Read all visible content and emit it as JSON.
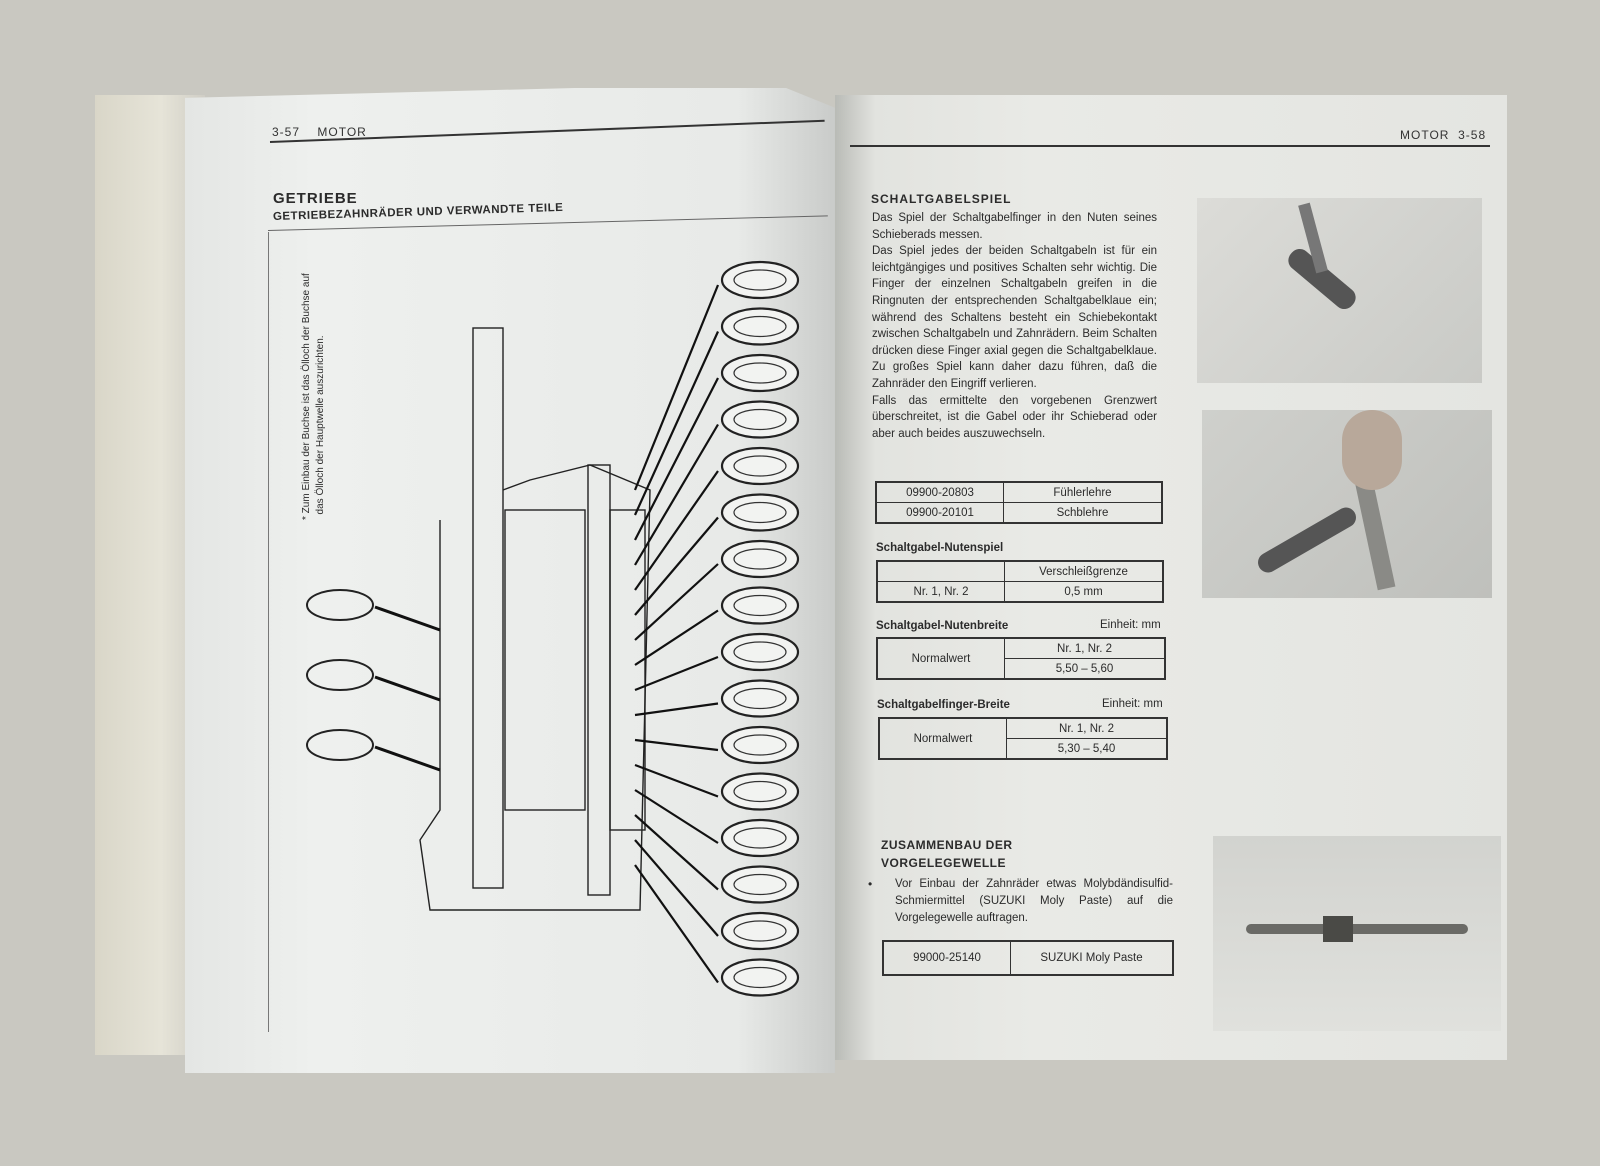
{
  "left_page": {
    "page_number": "3-57",
    "section": "MOTOR",
    "title": "GETRIEBE",
    "subtitle": "GETRIEBEZAHNRÄDER UND VERWANDTE TEILE",
    "note_line1": "Zum Einbau der Buchse ist das Ölloch der Buchse auf",
    "note_line2": "das Ölloch der Hauptwelle auszurichten."
  },
  "right_page": {
    "page_number": "3-58",
    "section": "MOTOR",
    "heading": "SCHALTGABELSPIEL",
    "paragraph1": "Das Spiel der Schaltgabelfinger in den Nuten seines Schieberads messen.",
    "paragraph2": "Das Spiel jedes der beiden Schaltgabeln ist für ein leichtgängiges und positives Schalten sehr wichtig. Die Finger der einzelnen Schaltgabeln greifen in die Ringnuten der entsprechenden Schaltgabelklaue ein; während des Schaltens besteht ein Schiebekontakt zwischen Schaltgabeln und Zahnrädern.  Beim Schalten drücken diese Finger axial gegen die Schaltgabelklaue.  Zu großes Spiel kann daher dazu führen, daß die Zahnräder den Eingriff verlieren.",
    "paragraph3": "Falls das ermittelte den vorgebenen Grenzwert überschreitet, ist die Gabel oder ihr Schieberad oder aber auch beides auszuwechseln.",
    "tools": [
      [
        "09900-20803",
        "Fühlerlehre"
      ],
      [
        "09900-20101",
        "Schblehre"
      ]
    ],
    "nutenspiel": {
      "label": "Schaltgabel-Nutenspiel",
      "header": "Verschleißgrenze",
      "row_label": "Nr. 1, Nr. 2",
      "value": "0,5 mm"
    },
    "nutenbreite": {
      "label": "Schaltgabel-Nutenbreite",
      "unit": "Einheit: mm",
      "row_label": "Normalwert",
      "col": "Nr. 1, Nr. 2",
      "value": "5,50 – 5,60"
    },
    "fingerbreite": {
      "label": "Schaltgabelfinger-Breite",
      "unit": "Einheit: mm",
      "row_label": "Normalwert",
      "col": "Nr. 1, Nr. 2",
      "value": "5,30 – 5,40"
    },
    "assembly_heading1": "ZUSAMMENBAU DER",
    "assembly_heading2": "VORGELEGEWELLE",
    "bullet": "•",
    "assembly_text": "Vor Einbau der Zahnräder etwas Molybdändisulfid-Schmiermittel (SUZUKI Moly Paste) auf die Vorgelegewelle auftragen.",
    "paste": [
      "99000-25140",
      "SUZUKI Moly Paste"
    ]
  }
}
